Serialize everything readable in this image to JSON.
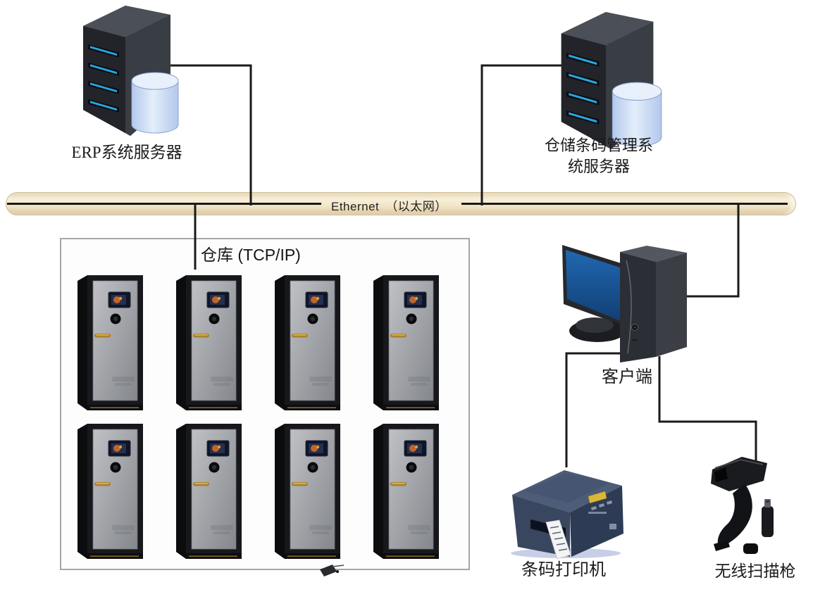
{
  "diagram": {
    "erp_server": {
      "label": "ERP系统服务器"
    },
    "wms_server": {
      "label_line1": "仓储条码管理系",
      "label_line2": "统服务器"
    },
    "ethernet_bus": {
      "label": "Ethernet　（以太网）"
    },
    "warehouse_zone": {
      "label": "仓库 (TCP/IP)",
      "cabinet_count": 8
    },
    "client": {
      "label": "客户端"
    },
    "barcode_printer": {
      "label": "条码打印机"
    },
    "wireless_scanner": {
      "label": "无线扫描枪"
    },
    "colors": {
      "connector_line": "#1a1a1a",
      "bus_fill": "#f2e6cc",
      "bus_border": "#cfbb92",
      "server_body": "#2f3237",
      "led_blue": "#2aa5dd",
      "database_cylinder": "#c7d8f3",
      "monitor_screen": "#1d63ac",
      "printer_body": "#38465f",
      "printer_display": "#d9b838",
      "cabinet_door": "#a7aaae",
      "handle_gold": "#a9822e",
      "zone_border": "#a3a7a9"
    }
  }
}
